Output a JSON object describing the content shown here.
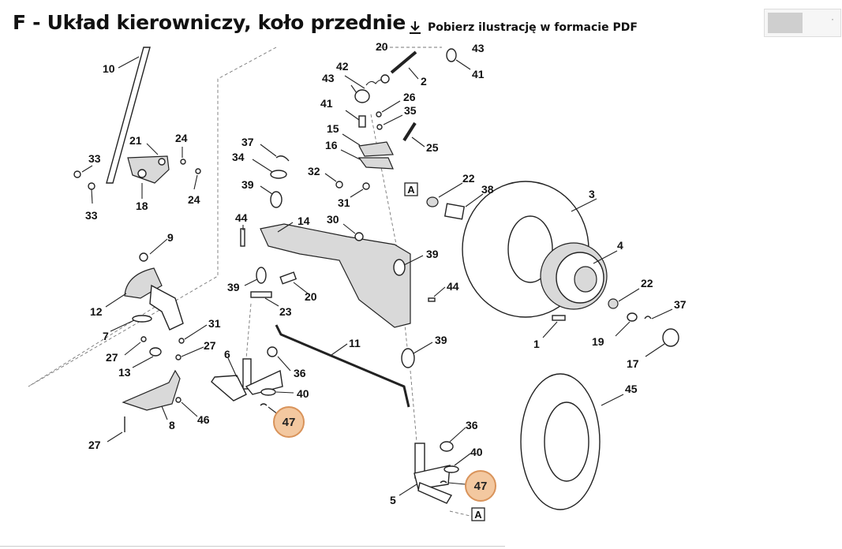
{
  "page": {
    "title": "F - Układ kierowniczy, koło przednie",
    "pdf_link_label": "Pobierz ilustrację w formacie PDF"
  },
  "icons": {
    "download": "download-icon"
  },
  "colors": {
    "highlight_fill": "#f3c8a0",
    "highlight_stroke": "#d9935a"
  },
  "part_labels": [
    "10",
    "21",
    "24",
    "33",
    "33",
    "18",
    "24",
    "9",
    "12",
    "7",
    "27",
    "13",
    "31",
    "27",
    "8",
    "27",
    "46",
    "6",
    "36",
    "40",
    "47",
    "37",
    "34",
    "39",
    "44",
    "14",
    "30",
    "39",
    "23",
    "20",
    "11",
    "36",
    "40",
    "47",
    "5",
    "42",
    "43",
    "41",
    "26",
    "35",
    "15",
    "16",
    "25",
    "32",
    "31",
    "22",
    "38",
    "3",
    "4",
    "39",
    "44",
    "39",
    "22",
    "37",
    "19",
    "1",
    "17",
    "45",
    "2",
    "20",
    "43",
    "41"
  ],
  "highlighted_parts": [
    "47",
    "47"
  ],
  "reference_marks": [
    "A",
    "A"
  ]
}
